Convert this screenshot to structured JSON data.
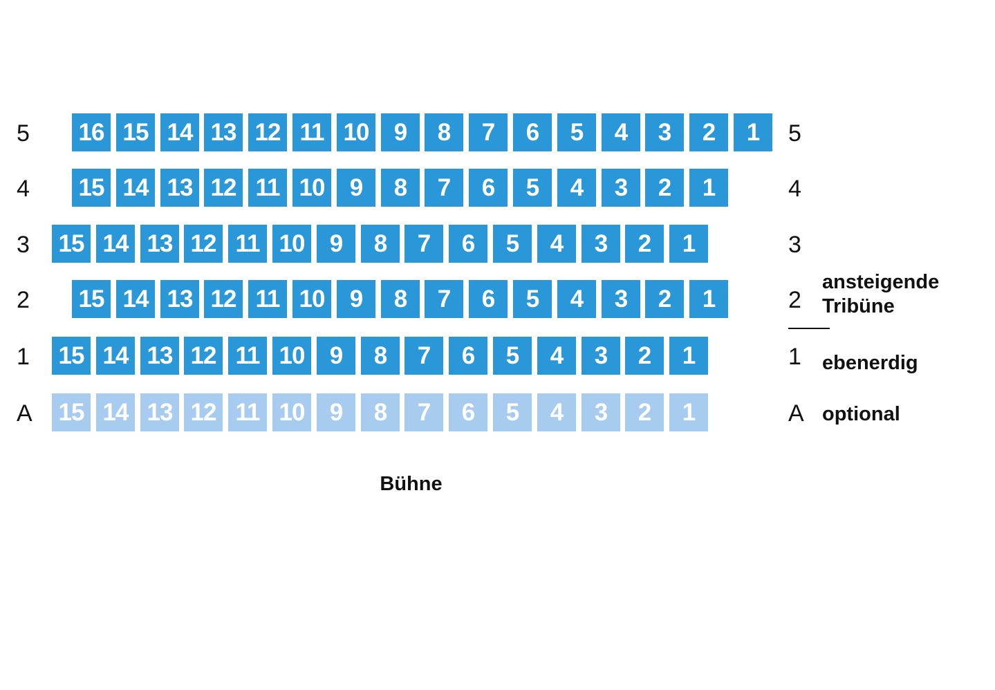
{
  "colors": {
    "seat_regular": "#2a97d8",
    "seat_optional": "#a8ccef",
    "text": "#111111"
  },
  "rows": [
    {
      "label": "5",
      "type": "regular",
      "seats": [
        "16",
        "15",
        "14",
        "13",
        "12",
        "11",
        "10",
        "9",
        "8",
        "7",
        "6",
        "5",
        "4",
        "3",
        "2",
        "1"
      ]
    },
    {
      "label": "4",
      "type": "regular",
      "seats": [
        "15",
        "14",
        "13",
        "12",
        "11",
        "10",
        "9",
        "8",
        "7",
        "6",
        "5",
        "4",
        "3",
        "2",
        "1"
      ]
    },
    {
      "label": "3",
      "type": "regular",
      "seats": [
        "15",
        "14",
        "13",
        "12",
        "11",
        "10",
        "9",
        "8",
        "7",
        "6",
        "5",
        "4",
        "3",
        "2",
        "1"
      ]
    },
    {
      "label": "2",
      "type": "regular",
      "seats": [
        "15",
        "14",
        "13",
        "12",
        "11",
        "10",
        "9",
        "8",
        "7",
        "6",
        "5",
        "4",
        "3",
        "2",
        "1"
      ]
    },
    {
      "label": "1",
      "type": "regular",
      "seats": [
        "15",
        "14",
        "13",
        "12",
        "11",
        "10",
        "9",
        "8",
        "7",
        "6",
        "5",
        "4",
        "3",
        "2",
        "1"
      ]
    },
    {
      "label": "A",
      "type": "optional",
      "seats": [
        "15",
        "14",
        "13",
        "12",
        "11",
        "10",
        "9",
        "8",
        "7",
        "6",
        "5",
        "4",
        "3",
        "2",
        "1"
      ]
    }
  ],
  "legend": {
    "tribune_line1": "ansteigende",
    "tribune_line2": "Tribüne",
    "ground": "ebenerdig",
    "optional": "optional"
  },
  "stage": "Bühne"
}
